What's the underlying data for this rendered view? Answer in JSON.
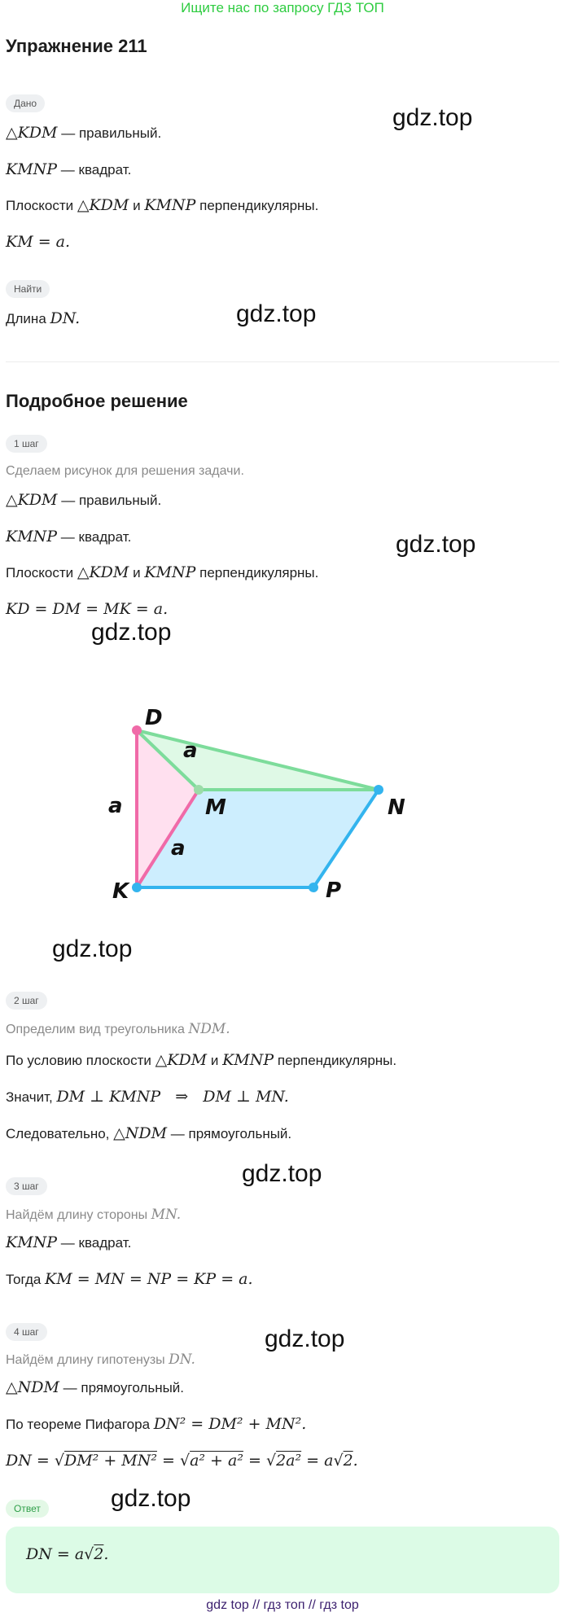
{
  "banner": "Ищите нас по запросу ГДЗ ТОП",
  "title": "Упражнение 211",
  "given": {
    "label": "Дано",
    "l1_math": "△KDM",
    "l1_text": " — правильный.",
    "l2_math": "KMNP",
    "l2_text": " — квадрат.",
    "l3_a": "Плоскости ",
    "l3_m1": "△KDM",
    "l3_b": " и ",
    "l3_m2": "KMNP",
    "l3_c": " перпендикулярны.",
    "l4_math": "KM = a."
  },
  "find": {
    "label": "Найти",
    "text": "Длина ",
    "math": "DN."
  },
  "solution_title": "Подробное решение",
  "step1": {
    "label": "1 шаг",
    "hint": "Сделаем рисунок для решения задачи.",
    "l1_math": "△KDM",
    "l1_text": " — правильный.",
    "l2_math": "KMNP",
    "l2_text": " — квадрат.",
    "l3_a": "Плоскости ",
    "l3_m1": "△KDM",
    "l3_b": " и ",
    "l3_m2": "KMNP",
    "l3_c": " перпендикулярны.",
    "l4_math": "KD = DM = MK = a."
  },
  "figure": {
    "labels": {
      "D": "D",
      "M": "M",
      "N": "N",
      "K": "K",
      "P": "P",
      "a1": "a",
      "a2": "a",
      "a3": "a"
    },
    "colors": {
      "pink": "#f06aa8",
      "pink_fill": "#ffe0ef",
      "green": "#7ddc9b",
      "green_fill": "#dff9e6",
      "blue": "#33b4ee",
      "blue_fill": "#cdeefe"
    }
  },
  "step2": {
    "label": "2 шаг",
    "hint": "Определим вид треугольника ",
    "hint_math": "NDM.",
    "l1_a": "По условию плоскости ",
    "l1_m1": "△KDM",
    "l1_b": " и ",
    "l1_m2": "KMNP",
    "l1_c": " перпендикулярны.",
    "l2_a": "Значит, ",
    "l2_math": "DM ⊥ KMNP   ⇒   DM ⊥ MN.",
    "l3_a": "Следовательно, ",
    "l3_math": "△NDM",
    "l3_b": " — прямоугольный."
  },
  "step3": {
    "label": "3 шаг",
    "hint": "Найдём длину стороны ",
    "hint_math": "MN.",
    "l1_math": "KMNP",
    "l1_text": " — квадрат.",
    "l2_a": "Тогда ",
    "l2_math": "KM = MN = NP = KP = a."
  },
  "step4": {
    "label": "4 шаг",
    "hint": "Найдём длину гипотенузы ",
    "hint_math": "DN.",
    "l1_math": "△NDM",
    "l1_text": " — прямоугольный.",
    "l2_a": "По теореме Пифагора ",
    "l2_math": "DN² = DM² + MN².",
    "l3_pre": "DN = √",
    "l3_r1": "DM² + MN²",
    "l3_mid1": " = √",
    "l3_r2": "a² + a²",
    "l3_mid2": " = √",
    "l3_r3": "2a²",
    "l3_mid3": " = a√",
    "l3_r4": "2",
    "l3_end": "."
  },
  "answer": {
    "label": "Ответ",
    "pre": "DN = a√",
    "root": "2",
    "end": "."
  },
  "watermarks": [
    "gdz.top",
    "gdz.top",
    "gdz.top",
    "gdz.top",
    "gdz.top",
    "gdz.top",
    "gdz.top",
    "gdz.top"
  ],
  "footer": "gdz top  //  гдз топ  //  гдз top"
}
